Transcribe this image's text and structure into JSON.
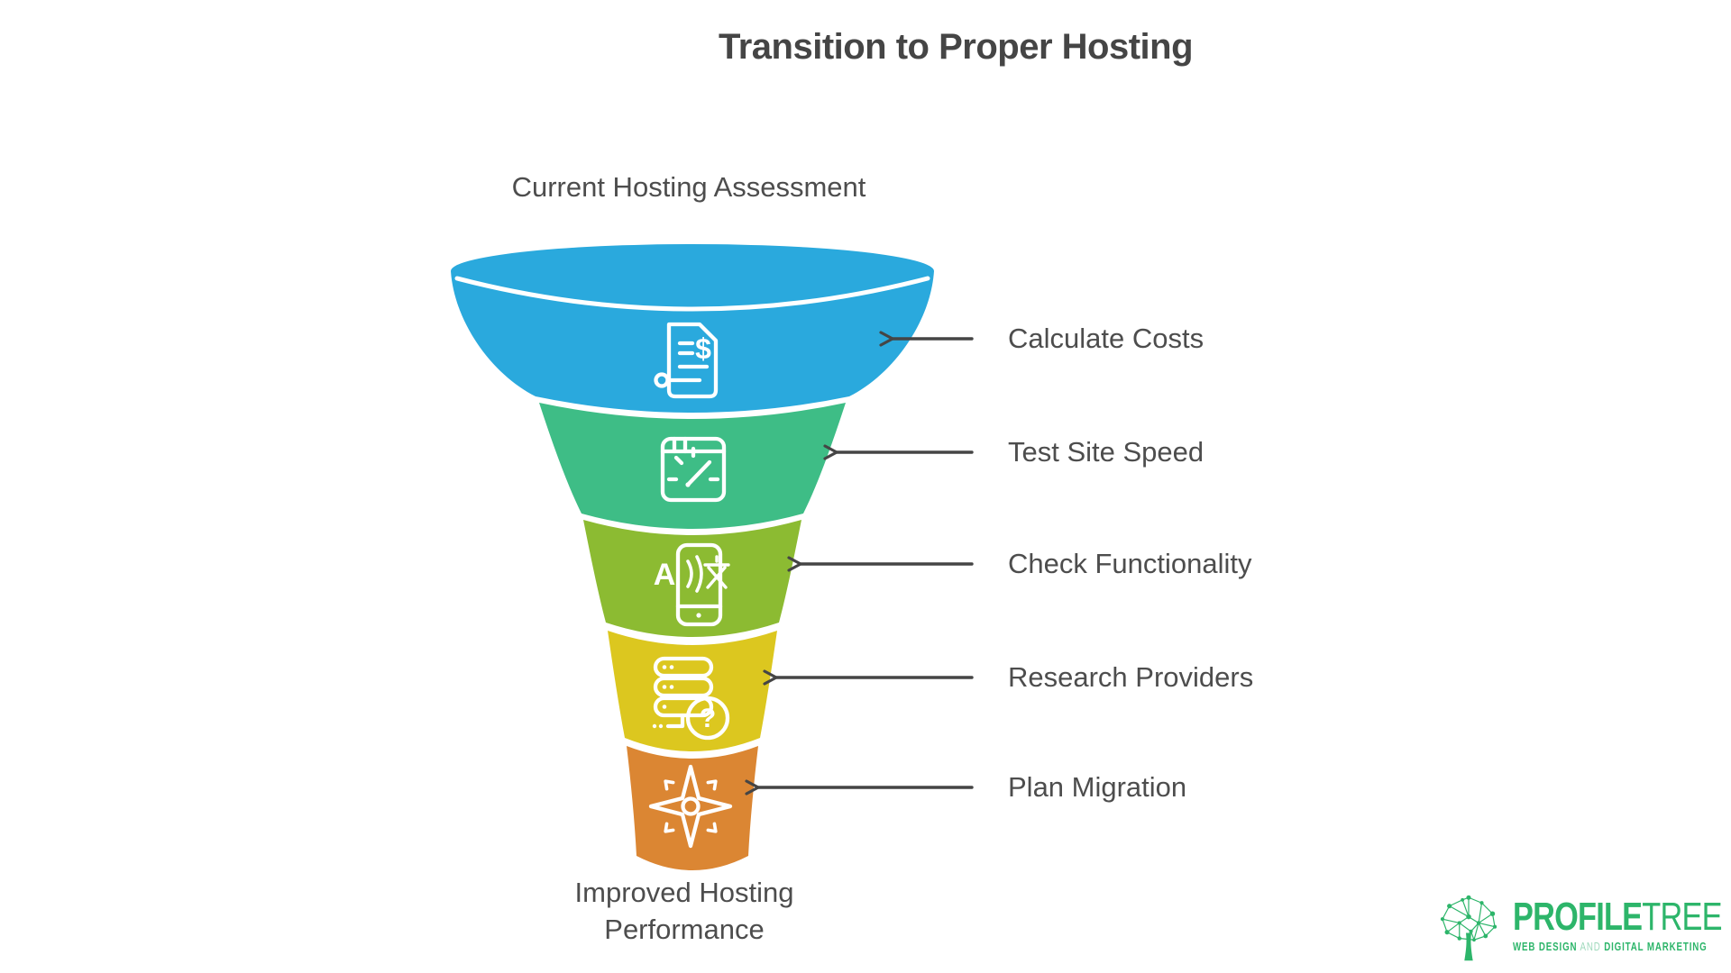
{
  "title": "Transition to Proper Hosting",
  "funnel": {
    "top_label": "Current Hosting Assessment",
    "bottom_label": "Improved Hosting Performance",
    "stages": [
      {
        "label": "Calculate Costs",
        "color": "#2AA9DD",
        "icon": "invoice-cost-icon",
        "glyph": "$"
      },
      {
        "label": "Test Site Speed",
        "color": "#3EBD86",
        "icon": "speed-gauge-icon"
      },
      {
        "label": "Check Functionality",
        "color": "#8CBB32",
        "icon": "translate-phone-icon",
        "glyph": "A"
      },
      {
        "label": "Research Providers",
        "color": "#DCC71F",
        "icon": "server-question-icon",
        "glyph": "?"
      },
      {
        "label": "Plan Migration",
        "color": "#DB8633",
        "icon": "compass-icon"
      }
    ]
  },
  "logo": {
    "brand_primary": "PROFILE",
    "brand_secondary": "TREE",
    "tagline_lead": "WEB DESIGN",
    "tagline_mid": "AND",
    "tagline_tail": "DIGITAL MARKETING",
    "accent_color": "#2DB56A"
  },
  "colors": {
    "text_dark": "#454545",
    "text_mid": "#4d4d4d",
    "arrow": "#454545",
    "background": "#ffffff"
  }
}
